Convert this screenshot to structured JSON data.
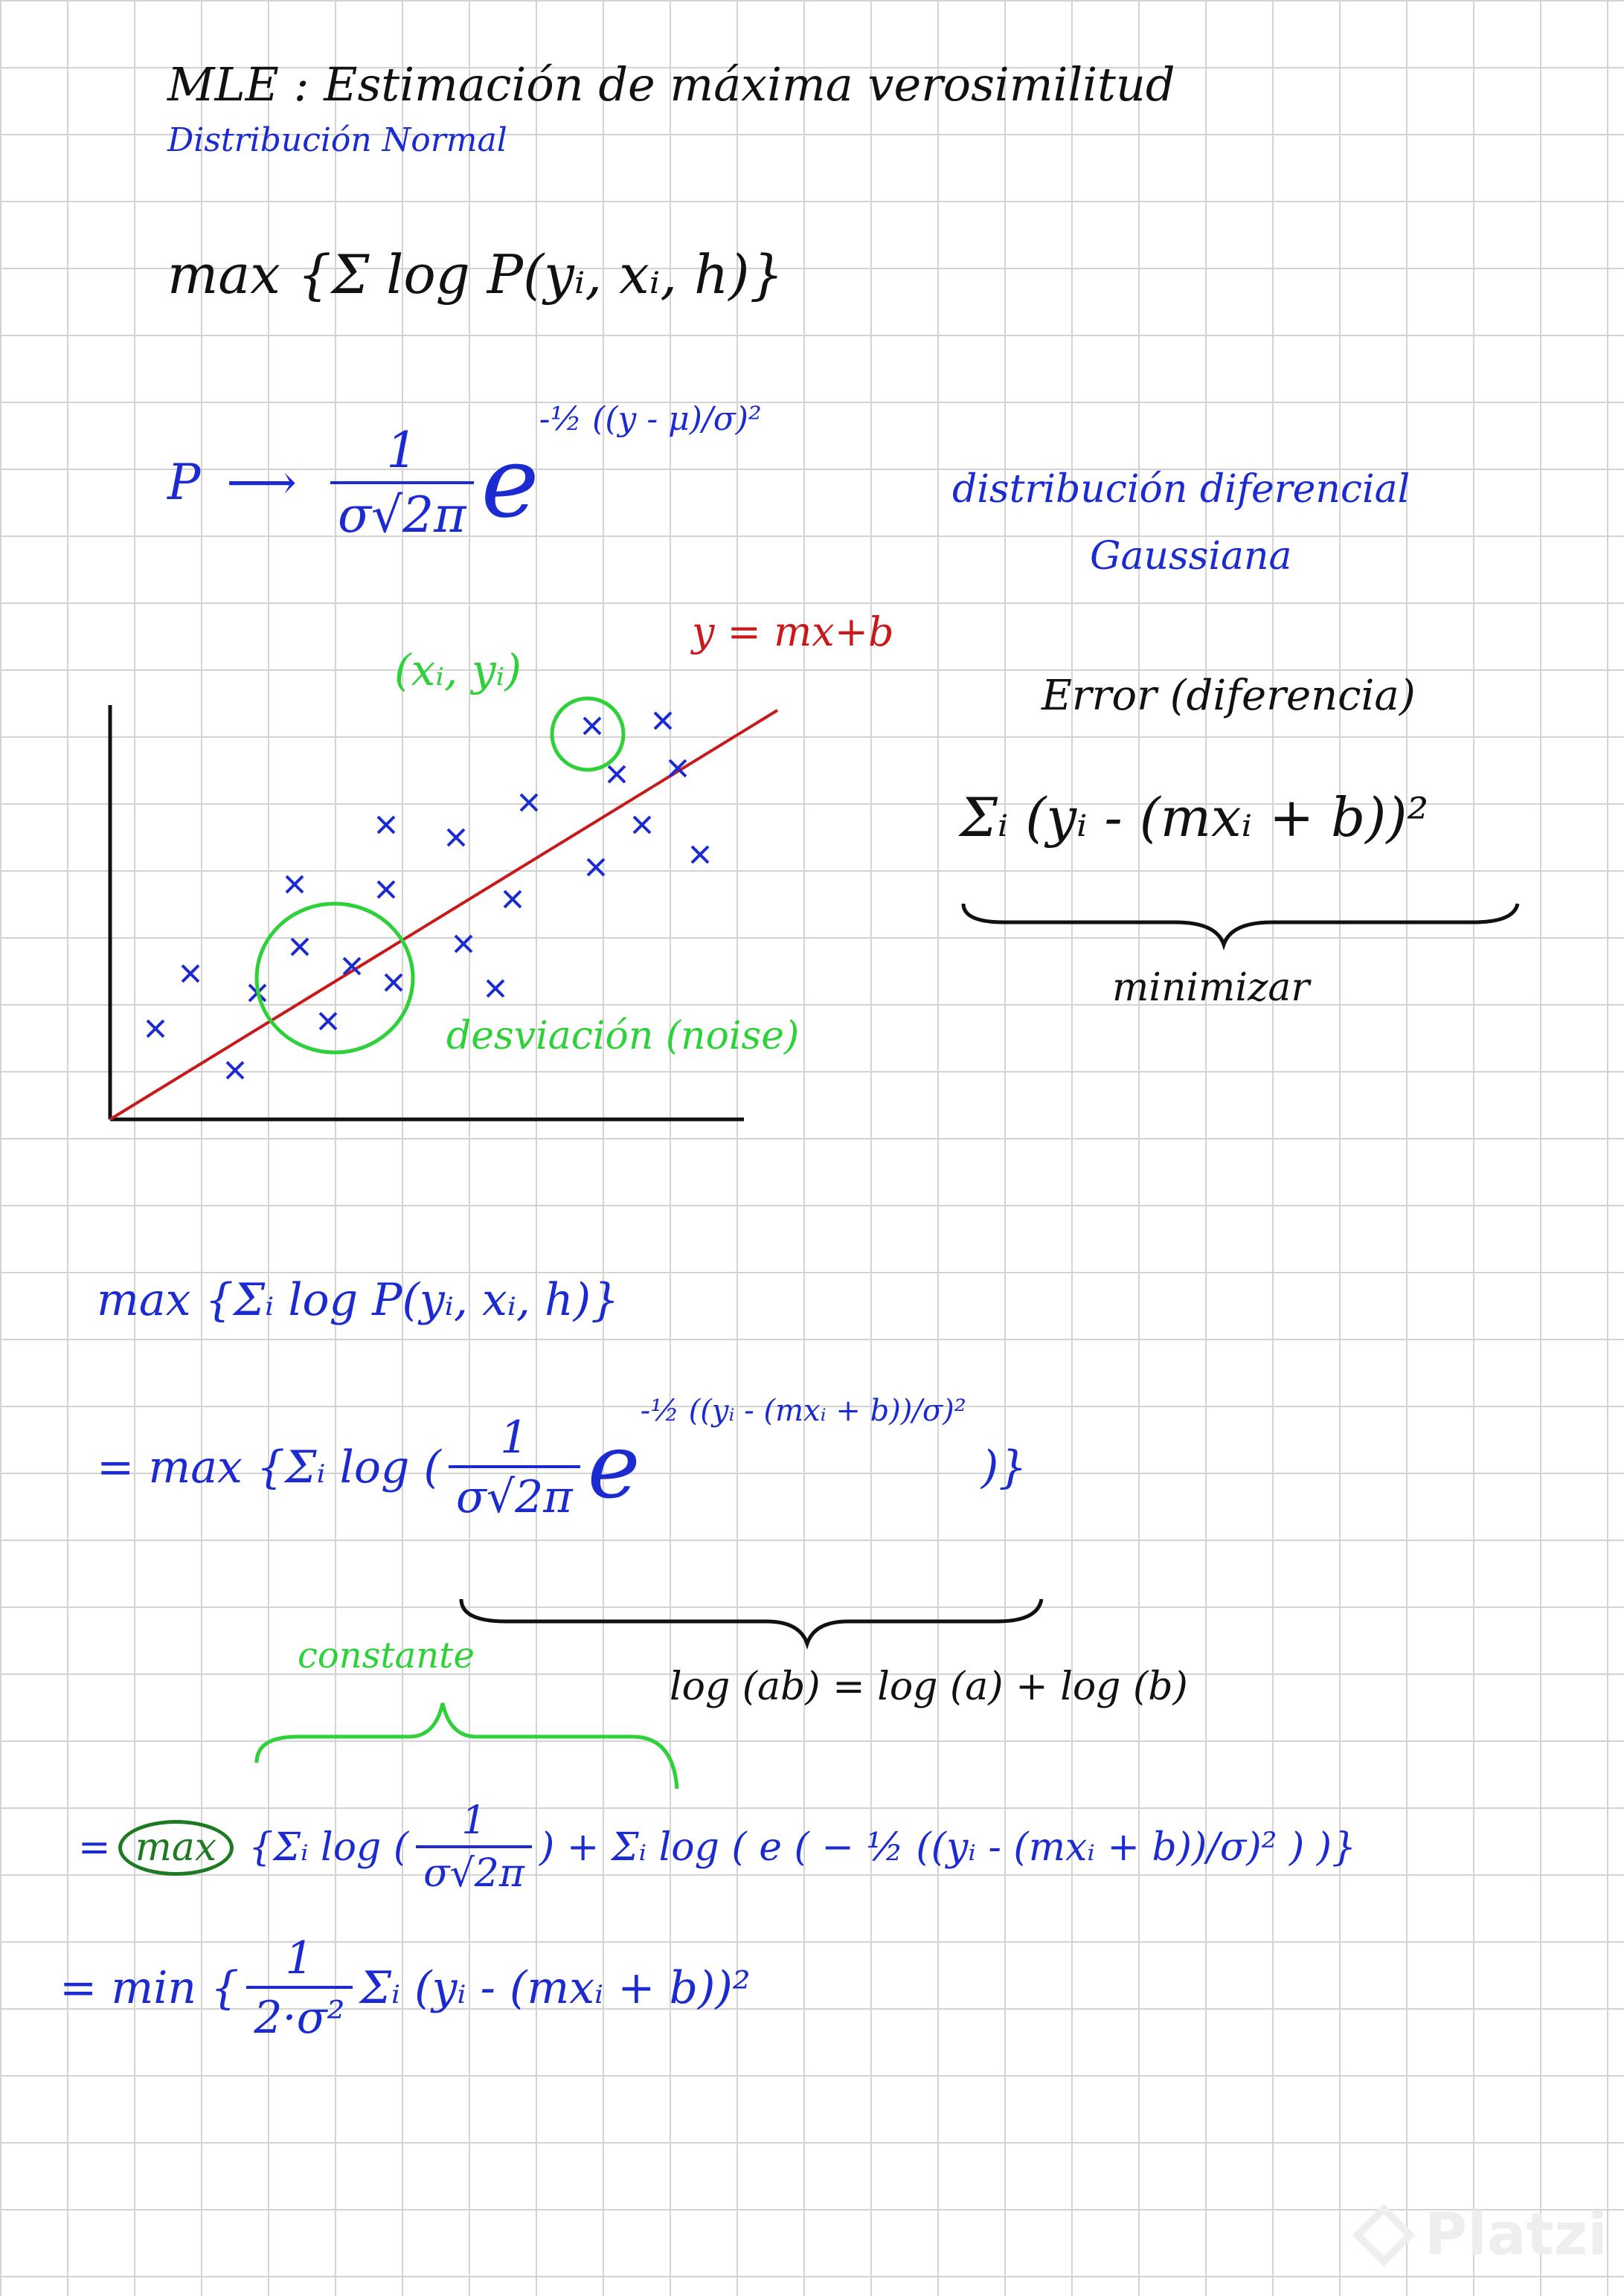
{
  "title": "MLE : Estimación de máxima verosimilitud",
  "subtitle": "Distribución Normal",
  "objective": "max {Σ log P(yᵢ, xᵢ, h)}",
  "density": {
    "label": "P",
    "arrow": "⟶",
    "numerator": "1",
    "denominator": "σ√2π",
    "base": "e",
    "exponent": "-½ ((y - μ)/σ)²"
  },
  "density_note": [
    "distribución diferencial",
    "Gaussiana"
  ],
  "scatter": {
    "line_label": "y = mx+b",
    "point_label": "(xᵢ, yᵢ)",
    "noise_label": "desviación (noise)",
    "colors": {
      "line": "#c81a1a",
      "points": "#1b2bd0",
      "annotations": "#2ed13a"
    }
  },
  "error": {
    "heading": "Error (diferencia)",
    "formula": "Σᵢ (yᵢ - (mxᵢ + b))²",
    "brace_label": "minimizar"
  },
  "derivation": {
    "line1": "max {Σᵢ log P(yᵢ, xᵢ, h)}",
    "line2_prefix": "= max {Σᵢ log (",
    "line2_frac_num": "1",
    "line2_frac_den": "σ√2π",
    "line2_base": "e",
    "line2_exponent": "-½ ((yᵢ - (mxᵢ + b))/σ)²",
    "line2_suffix": ")}",
    "brace_label_constant": "constante",
    "log_identity": "log (ab) = log (a) + log (b)",
    "line3_eq": "=",
    "line3_max": "max",
    "line3_part1": "{Σᵢ log (",
    "line3_frac_num": "1",
    "line3_frac_den": "σ√2π",
    "line3_part2": ") + Σᵢ log ( e ( − ½ ((yᵢ - (mxᵢ + b))/σ)² ) )}",
    "line4_prefix": "= min {",
    "line4_frac_num": "1",
    "line4_frac_den": "2·σ²",
    "line4_suffix": "Σᵢ (yᵢ - (mxᵢ + b))²"
  },
  "watermark": "Platzi"
}
